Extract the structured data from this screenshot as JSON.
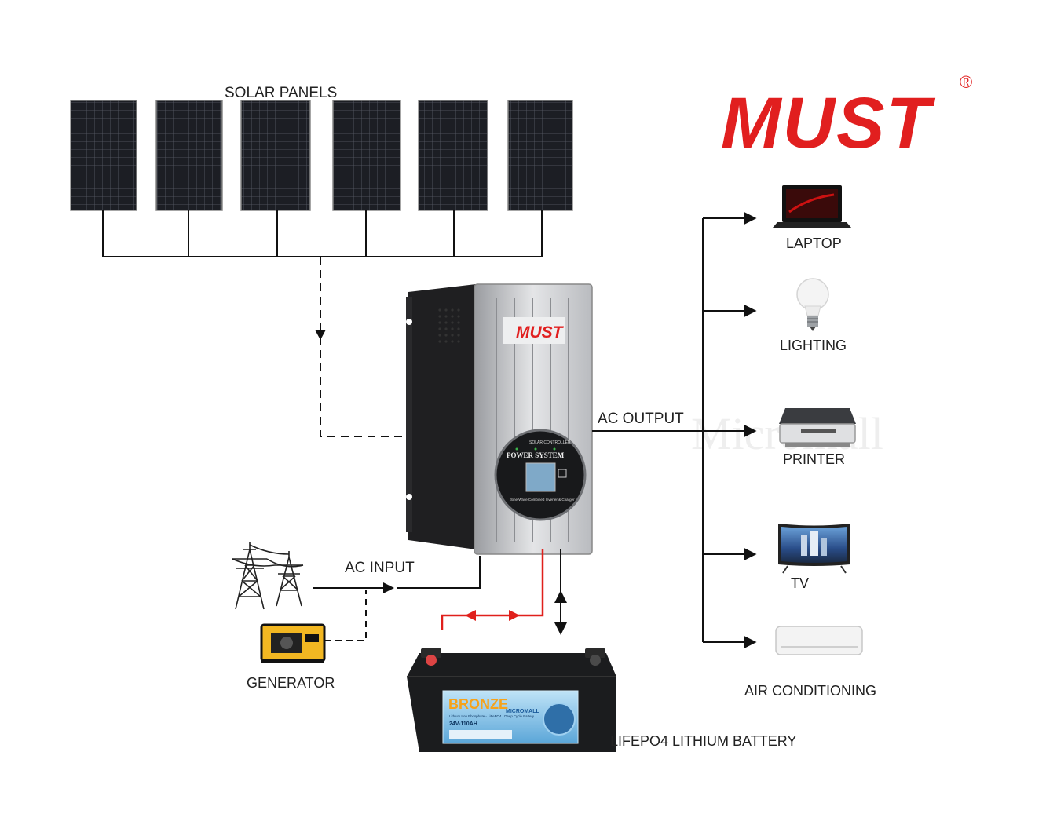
{
  "brand": {
    "name": "MUST",
    "registered": "®",
    "color": "#e11f1f"
  },
  "labels": {
    "solar_panels": "SOLAR PANELS",
    "ac_output": "AC OUTPUT",
    "ac_input": "AC INPUT",
    "generator": "GENERATOR",
    "battery": "LIFEPO4 LITHIUM BATTERY"
  },
  "inverter": {
    "brand": "MUST",
    "panel_title": "POWER SYSTEM",
    "panel_top": "SOLAR CONTROLLER",
    "panel_sub": "Sine Wave Combined Inverter & Charger"
  },
  "battery_label": {
    "brand": "BRONZE",
    "maker": "MICROMALL",
    "type": "Lithium Iron Phosphate - LiFePO4 · Deep Cycle Battery",
    "spec": "24V-110AH"
  },
  "loads": [
    {
      "label": "LAPTOP",
      "icon": "laptop-icon"
    },
    {
      "label": "LIGHTING",
      "icon": "lightbulb-icon"
    },
    {
      "label": "PRINTER",
      "icon": "printer-icon"
    },
    {
      "label": "TV",
      "icon": "tv-icon"
    },
    {
      "label": "AIR CONDITIONING",
      "icon": "air-conditioner-icon"
    }
  ],
  "watermark": "Micromall",
  "colors": {
    "line": "#111111",
    "battery_link": "#e0201c",
    "panel_cell": "#1c1e24"
  }
}
